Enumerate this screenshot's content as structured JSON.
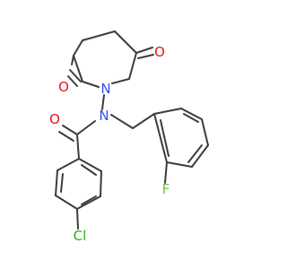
{
  "molecule": {
    "atoms": [
      {
        "id": "O1",
        "element": "O",
        "label": "O",
        "color": "#e8141a",
        "name": "atom-oxygen-left"
      },
      {
        "id": "O2",
        "element": "O",
        "label": "O",
        "color": "#e8141a",
        "name": "atom-oxygen-right"
      },
      {
        "id": "N1",
        "element": "N",
        "label": "N",
        "color": "#3050f8",
        "name": "atom-nitrogen-ring"
      },
      {
        "id": "N2",
        "element": "N",
        "label": "N",
        "color": "#3050f8",
        "name": "atom-nitrogen-amide"
      },
      {
        "id": "O3",
        "element": "O",
        "label": "O",
        "color": "#e8141a",
        "name": "atom-oxygen-amide"
      },
      {
        "id": "F1",
        "element": "F",
        "label": "F",
        "color": "#6cc63c",
        "name": "atom-fluorine"
      },
      {
        "id": "Cl1",
        "element": "Cl",
        "label": "Cl",
        "color": "#1fb41f",
        "name": "atom-chlorine"
      }
    ],
    "bond_color": "#3c3c3c"
  }
}
